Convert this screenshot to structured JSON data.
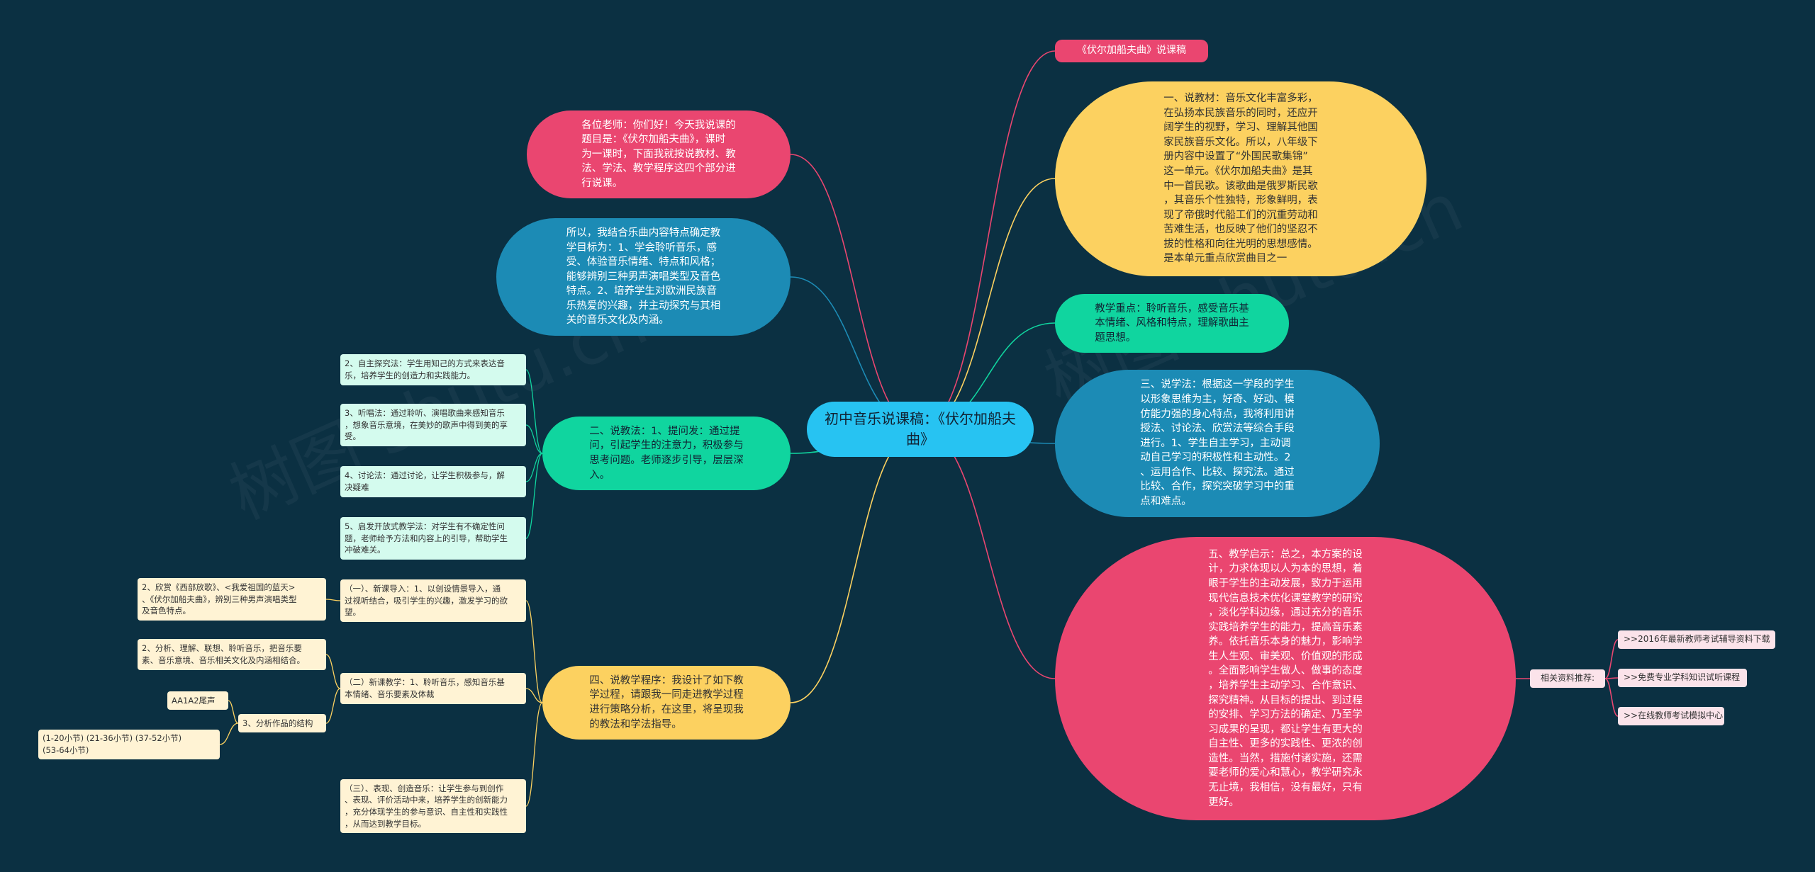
{
  "watermark": [
    "树图 shutu.cn",
    "树图 shutu.cn"
  ],
  "center": "初中音乐说课稿：《伏尔加船夫曲》",
  "right": {
    "title_tag": "《伏尔加船夫曲》说课稿",
    "teaching_material": "一、说教材：音乐文化丰富多彩，\n在弘扬本民族音乐的同时，还应开\n阔学生的视野，学习、理解其他国\n家民族音乐文化。所以，八年级下\n册内容中设置了“外国民歌集锦”\n这一单元。《伏尔加船夫曲》是其\n中一首民歌。该歌曲是俄罗斯民歌\n，其音乐个性独特，形象鲜明，表\n现了帝俄时代船工们的沉重劳动和\n苦难生活，也反映了他们的坚忍不\n拔的性格和向往光明的思想感情。\n是本单元重点欣赏曲目之一",
    "key_points": "教学重点：聆听音乐，感受音乐基\n本情绪、风格和特点，理解歌曲主\n题思想。",
    "learning_method": "三、说学法：根据这一学段的学生\n以形象思维为主，好奇、好动、模\n仿能力强的身心特点，我将利用讲\n授法、讨论法、欣赏法等综合手段\n进行。1、学生自主学习，主动调\n动自己学习的积极性和主动性。2\n、运用合作、比较、探究法。通过\n比较、合作，探究突破学习中的重\n点和难点。",
    "inspiration": "五、教学启示：总之，本方案的设\n计，力求体现以人为本的思想，着\n眼于学生的主动发展，致力于运用\n现代信息技术优化课堂教学的研究\n，淡化学科边缘，通过充分的音乐\n实践培养学生的能力，提高音乐素\n养。依托音乐本身的魅力，影响学\n生人生观、审美观、价值观的形成\n。全面影响学生做人、做事的态度\n，培养学生主动学习、合作意识、\n探究精神。从目标的提出、到过程\n的安排、学习方法的确定、乃至学\n习成果的呈现，都让学生有更大的\n自主性、更多的实践性、更浓的创\n造性。当然，措施付诸实施，还需\n要老师的爱心和慧心，教学研究永\n无止境，我相信，没有最好，只有\n更好。",
    "resources_label": "相关资料推荐:",
    "resources": [
      ">>2016年最新教师考试辅导资料下载",
      ">>免费专业学科知识试听课程",
      ">>在线教师考试模拟中心"
    ]
  },
  "left": {
    "greeting": "各位老师：你们好！今天我说课的\n题目是：《伏尔加船夫曲》，课时\n为一课时，下面我就按说教材、教\n法、学法、教学程序这四个部分进\n行说课。",
    "goals": "所以，我结合乐曲内容特点确定教\n学目标为：1、学会聆听音乐，感\n受、体验音乐情绪、特点和风格；\n能够辨别三种男声演唱类型及音色\n特点。2、培养学生对欧洲民族音\n乐热爱的兴趣，并主动探究与其相\n关的音乐文化及内涵。",
    "teaching_method": "二、说教法：1、提问发：通过提\n问，引起学生的注意力，积极参与\n思考问题。老师逐步引导，层层深\n入。",
    "teaching_method_items": [
      "2、自主探究法：学生用知己的方式来表达音\n乐，培养学生的创造力和实践能力。",
      "3、听唱法：通过聆听、演唱歌曲来感知音乐\n，想象音乐意境，在美妙的歌声中得到美的享\n受。",
      "4、讨论法：通过讨论，让学生积极参与，解\n决疑难",
      "5、启发开放式教学法：对学生有不确定性问\n题，老师给予方法和内容上的引导，帮助学生\n冲破难关。"
    ],
    "procedure": "四、说教学程序：我设计了如下教\n学过程，请跟我一同走进教学过程\n进行策略分析，在这里，将呈现我\n的教法和学法指导。",
    "steps": [
      "（一）、新课导入：1、以创设情景导入，通\n过视听结合，吸引学生的兴趣，激发学习的欲\n望。",
      "（二）新课教学：1、聆听音乐，感知音乐基\n本情绪、音乐要素及体裁",
      "（三）、表现、创造音乐：让学生参与到创作\n、表现、评价活动中来，培养学生的创新能力\n，充分体现学生的参与意识、自主性和实践性\n，从而达到教学目标。"
    ],
    "step1_child": "2、欣赏《西部放歌》、<我爱祖国的蓝天>\n、《伏尔加船夫曲》，辨别三种男声演唱类型\n及音色特点。",
    "step2_children": [
      "2、分析、理解、联想、聆听音乐，把音乐要\n素、音乐意境、音乐相关文化及内涵相结合。",
      "3、分析作品的结构"
    ],
    "structure_items": [
      "AA1A2尾声",
      "(1-20小节) (21-36小节) (37-52小节)\n(53-64小节)"
    ]
  },
  "colors": {
    "background": "#0b3042",
    "center": "#27c3f2",
    "pink": "#ea4670",
    "yellow": "#fcd160",
    "blue": "#1c8bb5",
    "green": "#10d59f"
  }
}
